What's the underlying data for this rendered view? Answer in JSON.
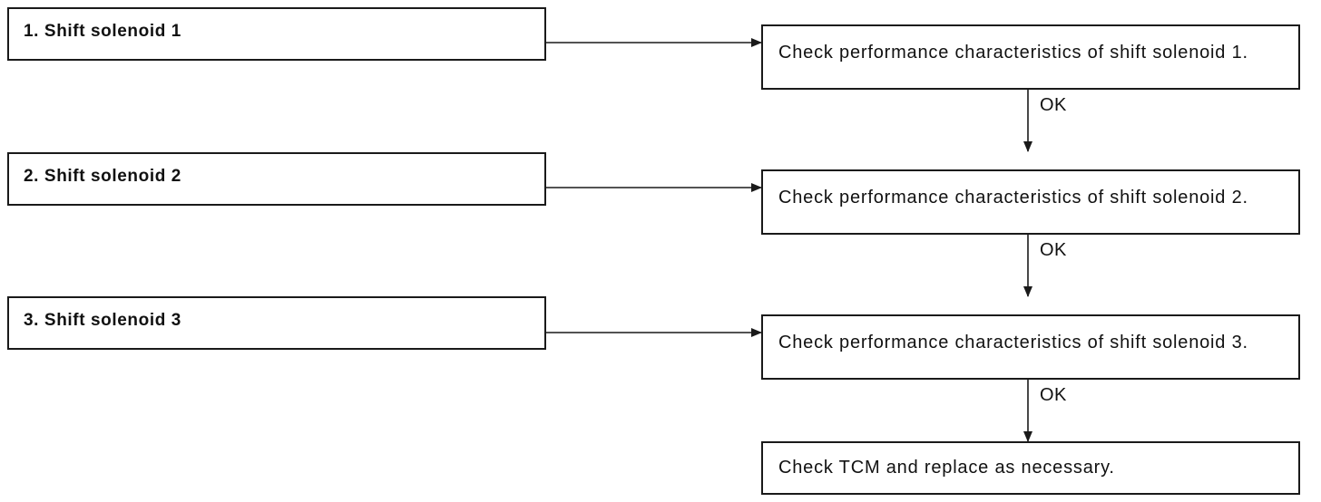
{
  "diagram": {
    "rows": [
      {
        "item_label": "1. Shift solenoid 1",
        "check_label": "Check performance characteristics of shift solenoid 1."
      },
      {
        "item_label": "2. Shift solenoid 2",
        "check_label": "Check performance characteristics of shift solenoid 2."
      },
      {
        "item_label": "3. Shift solenoid 3",
        "check_label": "Check performance characteristics of shift solenoid 3."
      }
    ],
    "ok_labels": [
      "OK",
      "OK",
      "OK"
    ],
    "final_step": "Check TCM and replace as necessary."
  }
}
